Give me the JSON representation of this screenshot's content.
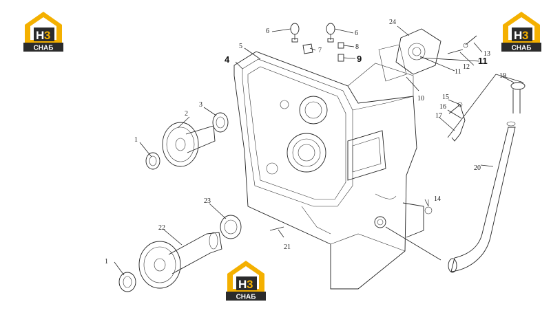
{
  "logo": {
    "glyph_h": "H",
    "glyph_3": "3",
    "caption": "СНАБ",
    "colors": {
      "yellow": "#f4b000",
      "dark": "#2b2b2b",
      "white": "#ffffff"
    }
  },
  "callouts": {
    "c1a": "1",
    "c1b": "1",
    "c2": "2",
    "c3": "3",
    "c4": "4",
    "c5": "5",
    "c6a": "6",
    "c6b": "6",
    "c7": "7",
    "c8": "8",
    "c9": "9",
    "c10": "10",
    "c11a": "11",
    "c11b": "11",
    "c12": "12",
    "c13": "13",
    "c14": "14",
    "c15": "15",
    "c16": "16",
    "c17": "17",
    "c19": "19",
    "c20": "20",
    "c21": "21",
    "c22": "22",
    "c23": "23",
    "c24": "24"
  }
}
